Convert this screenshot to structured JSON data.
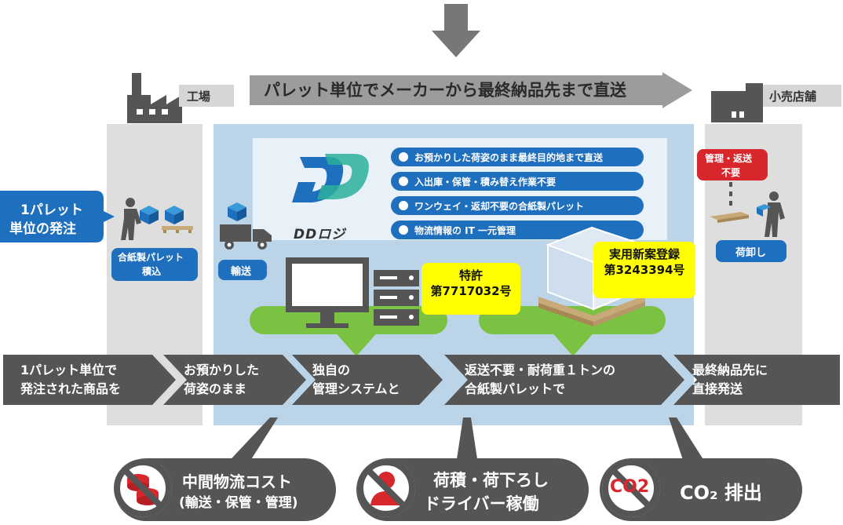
{
  "top_arrow": {
    "label": "パレット単位でメーカーから最終納品先まで直送"
  },
  "factory": {
    "label": "工場"
  },
  "store": {
    "label": "小売店舗"
  },
  "logo": {
    "text": "DDロジ"
  },
  "features": [
    "お預かりした荷姿のまま最終目的地まで直送",
    "入出庫・保管・積み替え作業不要",
    "ワンウェイ・返却不要の合紙製パレット",
    "物流情報の IT 一元管理"
  ],
  "left_callout": {
    "line1": "1パレット",
    "line2": "単位の発注"
  },
  "tags": {
    "pallet_load": {
      "line1": "合紙製パレット",
      "line2": "積込"
    },
    "transport": "輸送",
    "no_return": {
      "line1": "管理・返送",
      "line2": "不要"
    },
    "unload": "荷卸し"
  },
  "patent": {
    "line1": "特許",
    "line2": "第7717032号"
  },
  "utility_model": {
    "line1": "実用新案登録",
    "line2": "第3243394号"
  },
  "steps": [
    {
      "line1": "1パレット単位で",
      "line2": "発注された商品を"
    },
    {
      "line1": "お預かりした",
      "line2": "荷姿のまま"
    },
    {
      "line1": "独自の",
      "line2": "管理システムと"
    },
    {
      "line1": "返送不要・耐荷重１トンの",
      "line2": "合紙製パレットで"
    },
    {
      "line1": "最終納品先に",
      "line2": "直接発送"
    }
  ],
  "bottom_items": [
    {
      "line1": "中間物流コスト",
      "line2": "(輸送・保管・管理)"
    },
    {
      "line1": "荷積・荷下ろし",
      "line2": "ドライバー稼働"
    },
    {
      "line1": "CO₂ 排出",
      "line2": ""
    }
  ],
  "co2_icon": "CO2",
  "colors": {
    "blue": "#1f6fbf",
    "light_blue_bg": "#bcd4e8",
    "green": "#7cc242",
    "dark_gray": "#555555",
    "yellow": "#ffff00",
    "red": "#d7262c"
  }
}
